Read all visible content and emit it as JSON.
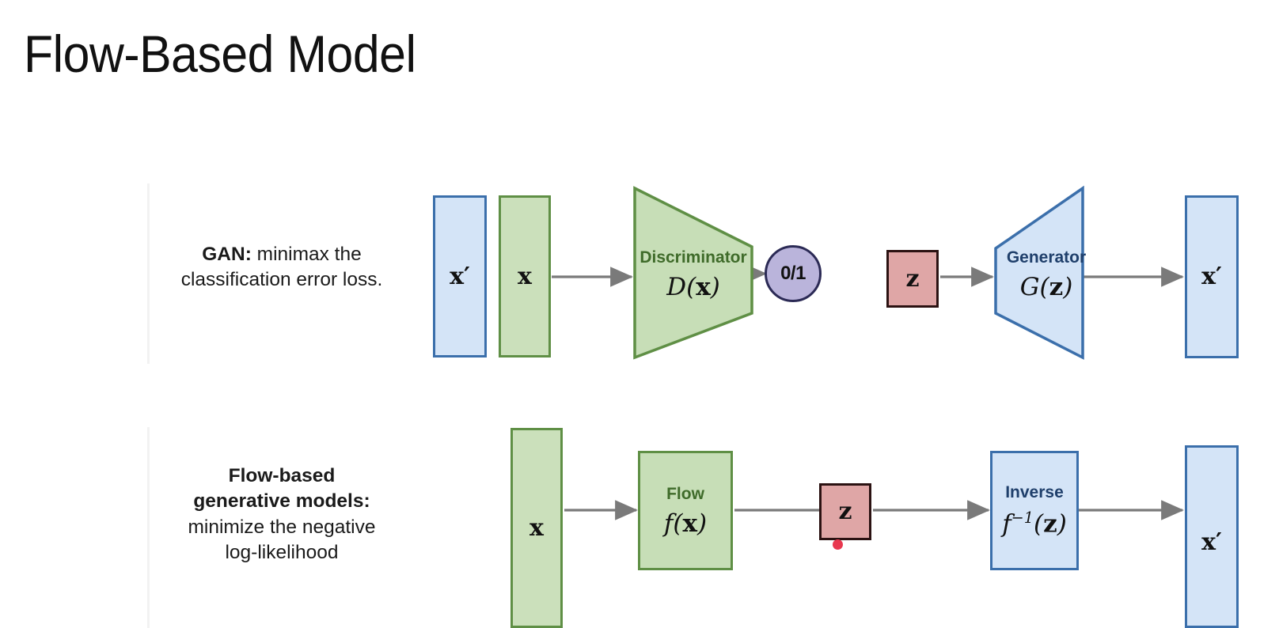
{
  "slide": {
    "title": "Flow-Based Model",
    "background": "#ffffff"
  },
  "colors": {
    "blue_fill": "#d4e4f7",
    "blue_stroke": "#3b6fab",
    "green_fill": "#cbe0bb",
    "green_stroke": "#5f8f45",
    "pink_fill": "#dfa6a6",
    "pink_stroke": "#2b1212",
    "purple_fill": "#bab4db",
    "purple_stroke": "#2b2a55",
    "arrow": "#7a7a7a",
    "green_text": "#3f6b2a",
    "blue_text": "#1f3f6b",
    "red_dot": "#e8384f"
  },
  "rows": {
    "gan": {
      "caption_bold": "GAN:",
      "caption_rest": " minimax the classification error loss.",
      "nodes": {
        "x_prime_left": "x′",
        "x_input": "x",
        "discriminator_title": "Discriminator",
        "discriminator_formula_fn": "D",
        "discriminator_formula_arg": "x",
        "output_label": "0/1",
        "z_latent": "z",
        "generator_title": "Generator",
        "generator_formula_fn": "G",
        "generator_formula_arg": "z",
        "x_prime_right": "x′"
      }
    },
    "flow": {
      "caption_bold_line1": "Flow-based",
      "caption_bold_line2": "generative models:",
      "caption_rest_line1": "minimize the negative",
      "caption_rest_line2": "log-likelihood",
      "nodes": {
        "x_input": "x",
        "flow_title": "Flow",
        "flow_formula_fn": "f",
        "flow_formula_arg": "x",
        "z_latent": "z",
        "inverse_title": "Inverse",
        "inverse_formula_fn": "f",
        "inverse_formula_exp": "−1",
        "inverse_formula_arg": "z",
        "x_prime_output": "x′"
      }
    }
  }
}
